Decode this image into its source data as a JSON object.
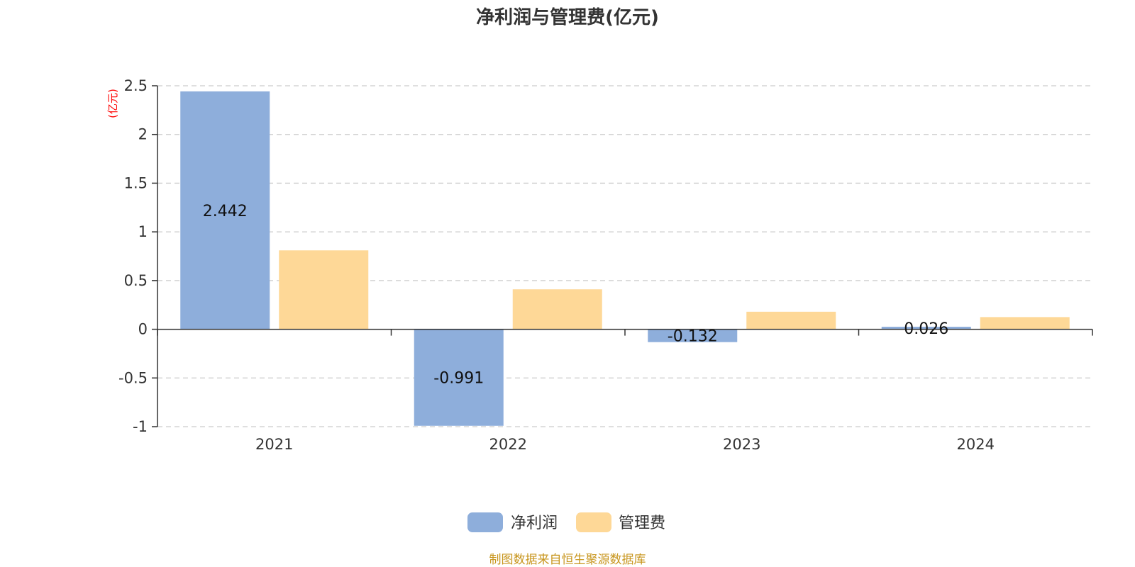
{
  "chart_data": {
    "type": "bar",
    "title": "净利润与管理费(亿元)",
    "ylabel": "(亿元)",
    "xlabel": "",
    "categories": [
      "2021",
      "2022",
      "2023",
      "2024"
    ],
    "series": [
      {
        "name": "净利润",
        "color": "#8eaedb",
        "values": [
          2.442,
          -0.991,
          -0.132,
          0.026
        ],
        "labels": [
          "2.442",
          "-0.991",
          "-0.132",
          "0.026"
        ]
      },
      {
        "name": "管理费",
        "color": "#fed897",
        "values": [
          0.81,
          0.41,
          0.18,
          0.125
        ]
      }
    ],
    "ylim": [
      -1,
      2.5
    ],
    "yticks": [
      2.5,
      2,
      1.5,
      1,
      0.5,
      0,
      -0.5,
      -1
    ],
    "ytick_labels": [
      "2.5",
      "2",
      "1.5",
      "1",
      "0.5",
      "0",
      "-0.5",
      "-1"
    ],
    "grid": true,
    "legend_position": "bottom-center"
  },
  "footer": {
    "source": "制图数据来自恒生聚源数据库",
    "source_color": "#c8961e"
  }
}
